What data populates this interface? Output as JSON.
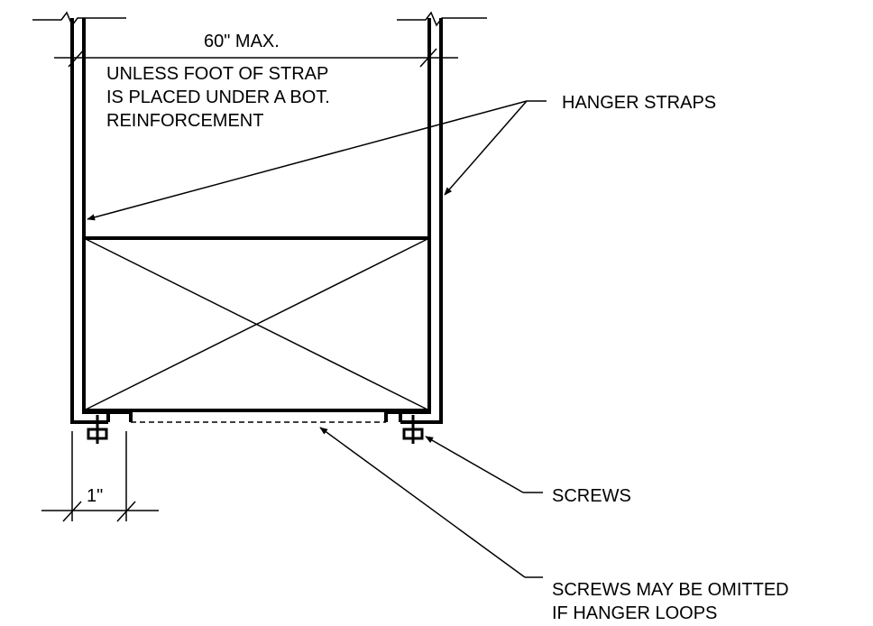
{
  "dimensions": {
    "max_spacing": "60\" MAX.",
    "screw_offset": "1\""
  },
  "notes": {
    "unless": [
      "UNLESS FOOT OF STRAP",
      "IS PLACED UNDER A BOT.",
      "REINFORCEMENT"
    ],
    "screws_omitted": [
      "SCREWS MAY BE OMITTED",
      "IF HANGER LOOPS"
    ]
  },
  "callouts": {
    "hanger_straps": "HANGER STRAPS",
    "screws": "SCREWS"
  },
  "colors": {
    "line": "#000000",
    "background": "#ffffff"
  }
}
